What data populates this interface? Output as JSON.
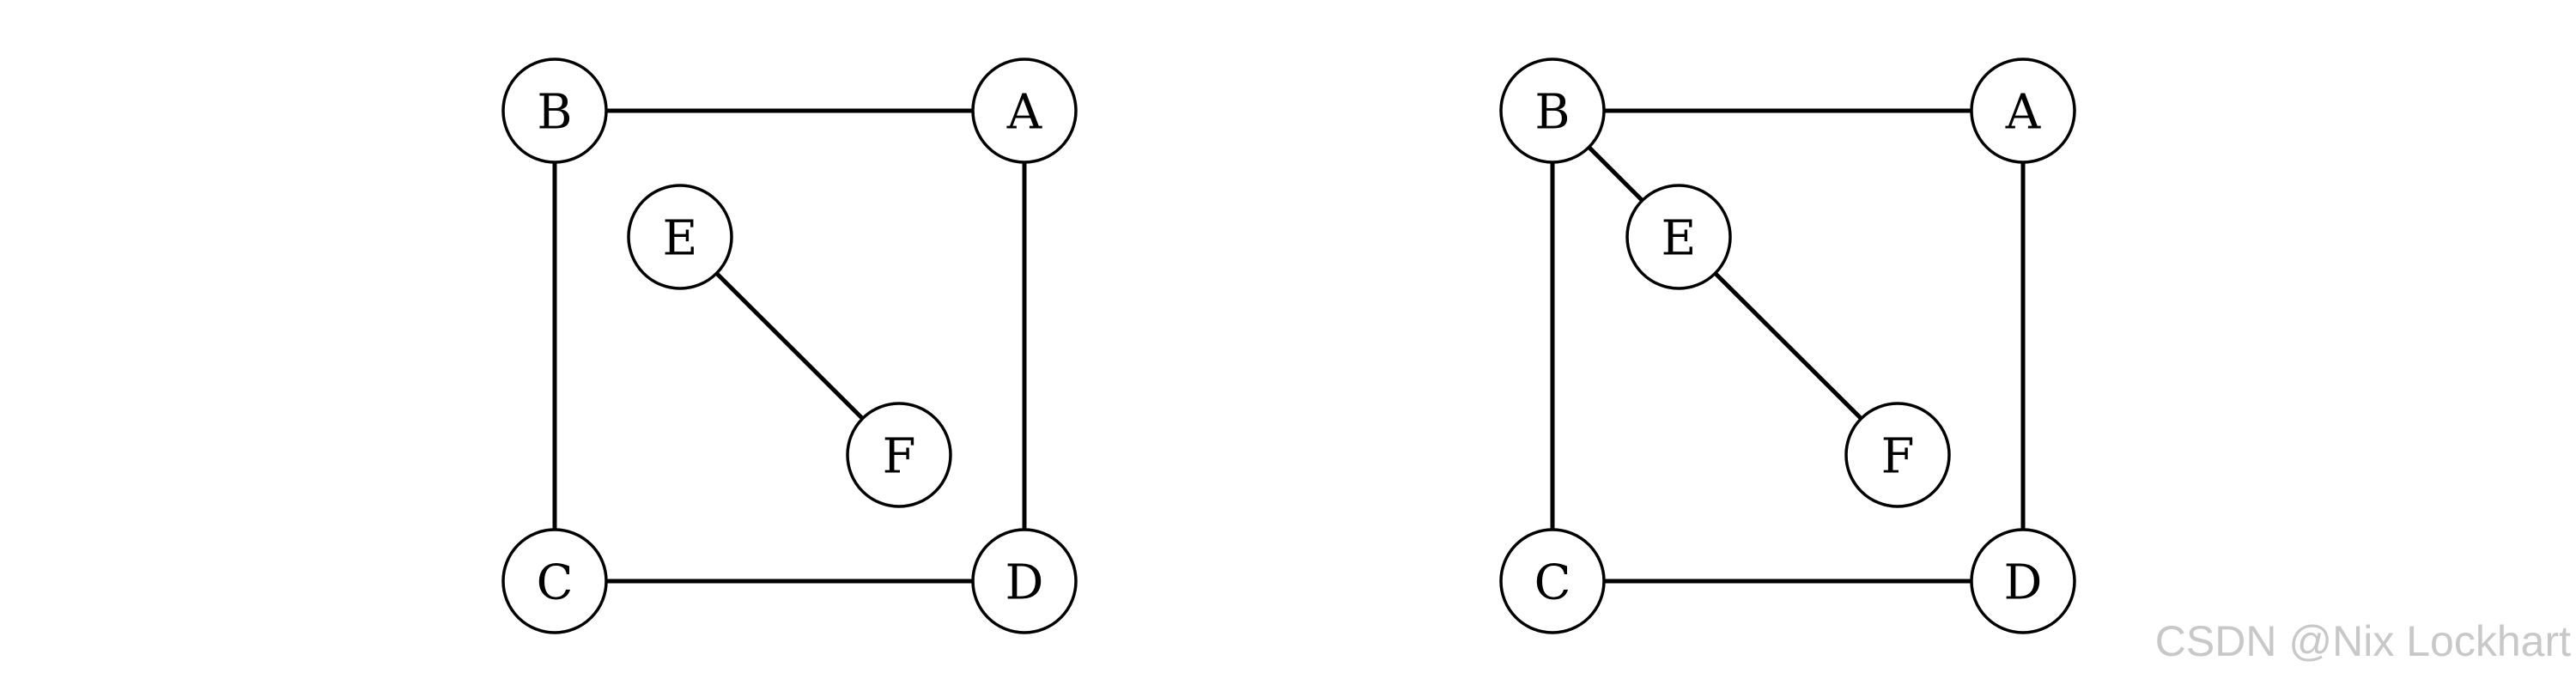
{
  "graphs": [
    {
      "id": "graph-left",
      "nodes": [
        {
          "id": "A",
          "label": "A"
        },
        {
          "id": "B",
          "label": "B"
        },
        {
          "id": "C",
          "label": "C"
        },
        {
          "id": "D",
          "label": "D"
        },
        {
          "id": "E",
          "label": "E"
        },
        {
          "id": "F",
          "label": "F"
        }
      ],
      "edges": [
        [
          "B",
          "A"
        ],
        [
          "B",
          "C"
        ],
        [
          "A",
          "D"
        ],
        [
          "C",
          "D"
        ],
        [
          "E",
          "F"
        ]
      ]
    },
    {
      "id": "graph-right",
      "nodes": [
        {
          "id": "A",
          "label": "A"
        },
        {
          "id": "B",
          "label": "B"
        },
        {
          "id": "C",
          "label": "C"
        },
        {
          "id": "D",
          "label": "D"
        },
        {
          "id": "E",
          "label": "E"
        },
        {
          "id": "F",
          "label": "F"
        }
      ],
      "edges": [
        [
          "B",
          "A"
        ],
        [
          "B",
          "C"
        ],
        [
          "A",
          "D"
        ],
        [
          "C",
          "D"
        ],
        [
          "B",
          "E"
        ],
        [
          "E",
          "F"
        ]
      ]
    }
  ],
  "watermark": "CSDN @Nix Lockhart"
}
